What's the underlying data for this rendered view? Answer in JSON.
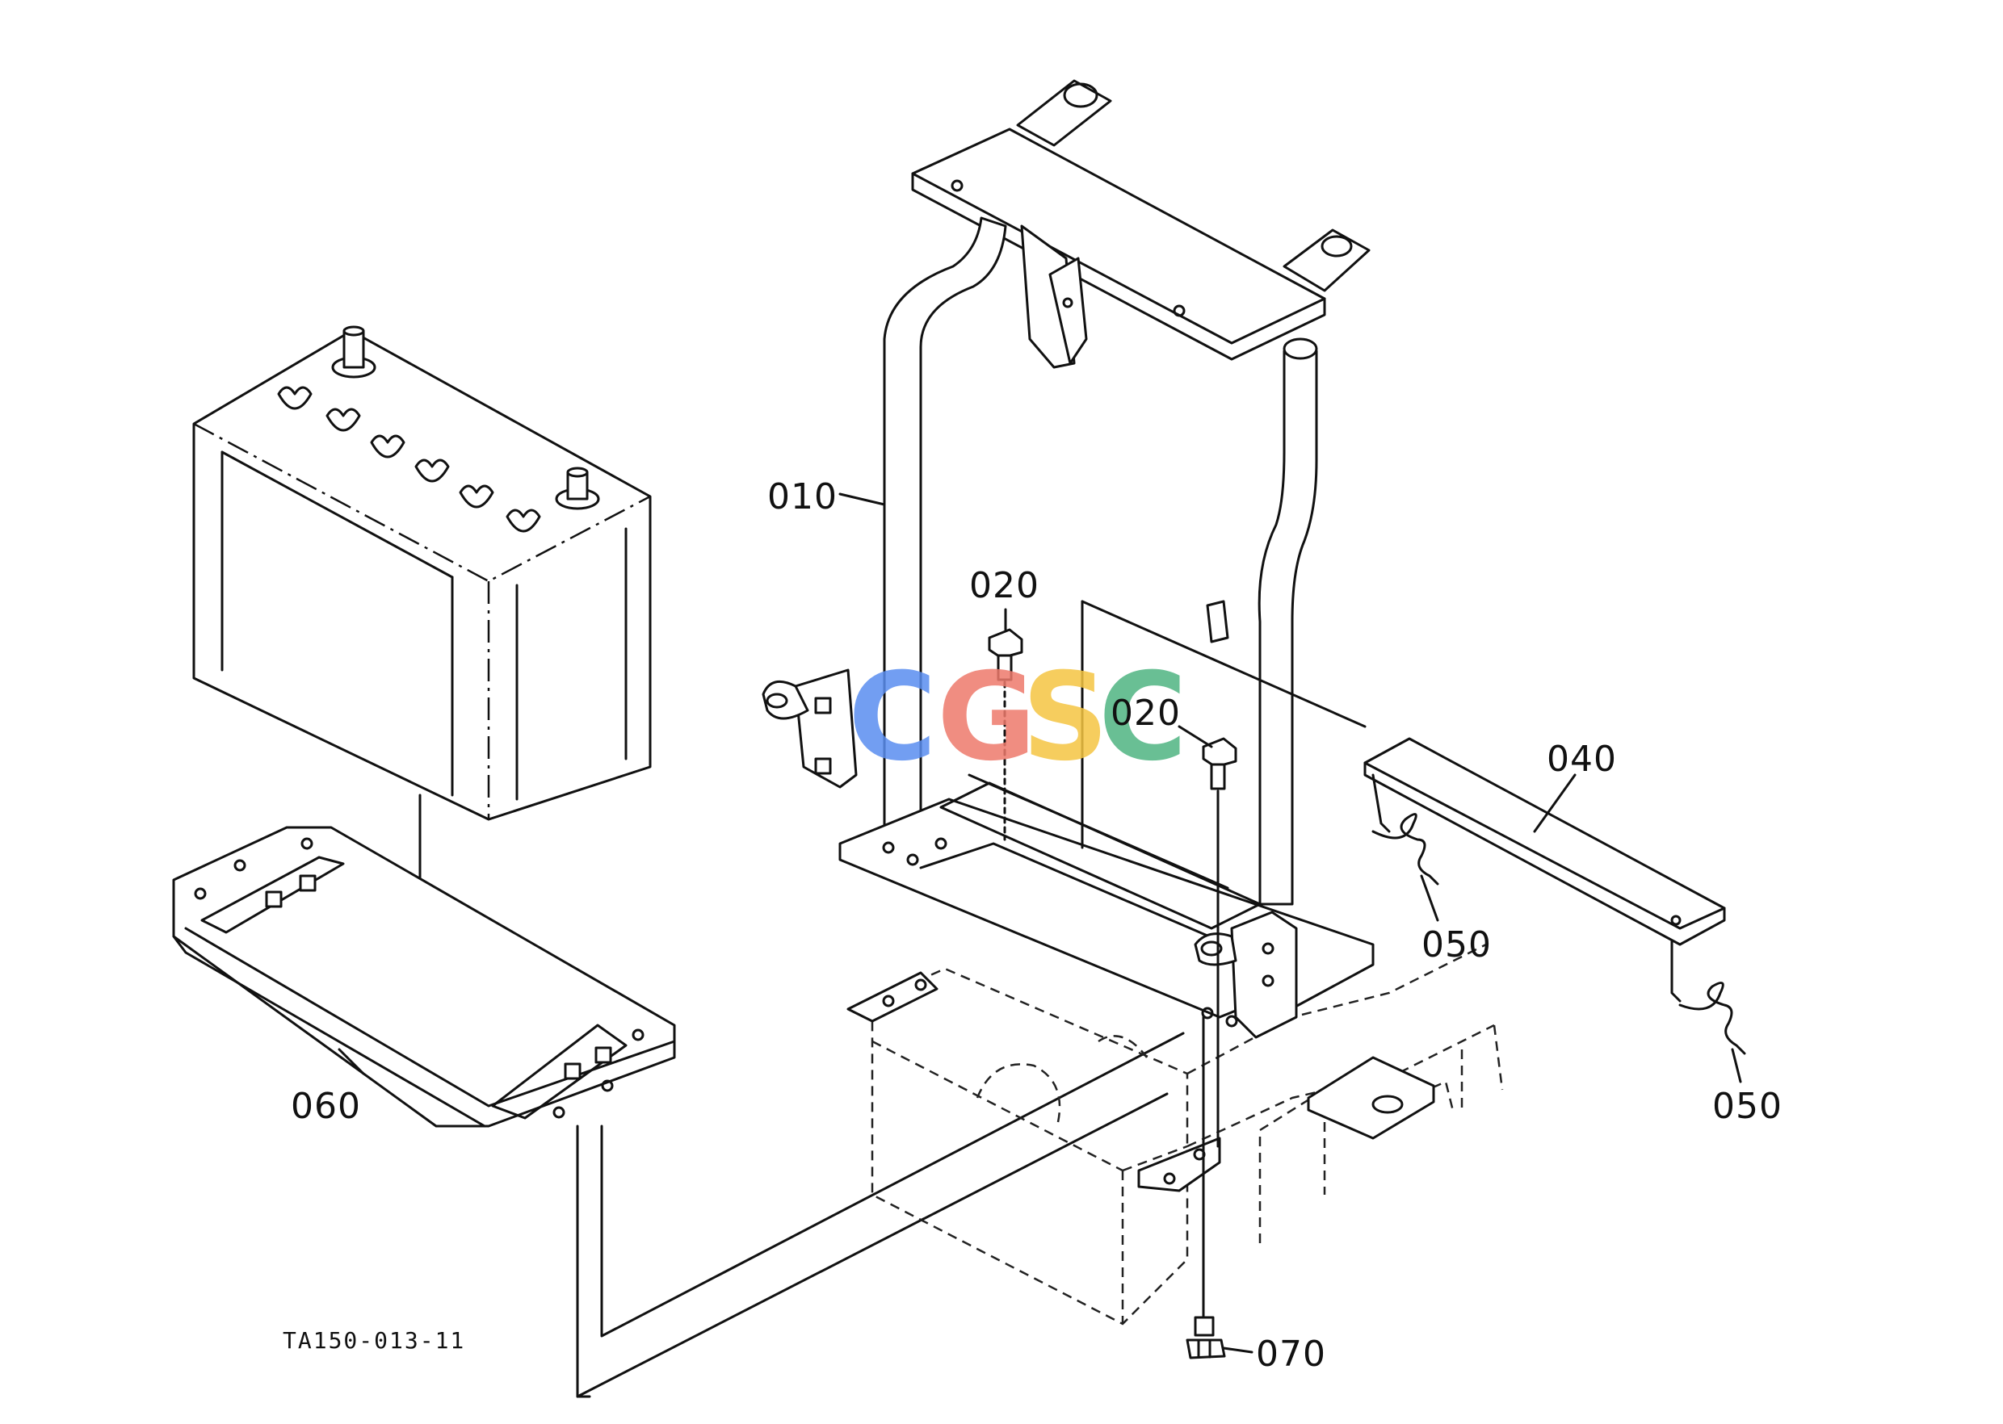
{
  "drawing_code": "TA150-013-11",
  "watermark": {
    "letters": [
      "C",
      "G",
      "S",
      "C"
    ],
    "colors": [
      "#5a8ef0",
      "#ee7a6c",
      "#f5c542",
      "#4fb582"
    ]
  },
  "parts": {
    "bracket_010": "010",
    "bolt_020_left": "020",
    "bolt_020_right": "020",
    "stay_040": "040",
    "spring_050_upper": "050",
    "spring_050_lower": "050",
    "battery_tray_060": "060",
    "nut_070": "070"
  }
}
